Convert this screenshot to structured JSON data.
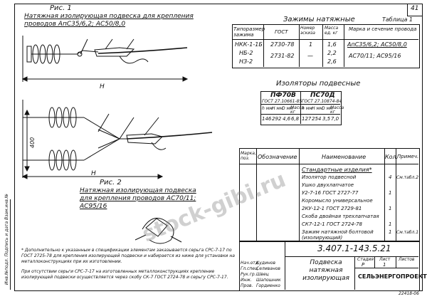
{
  "page_number": "41",
  "fig1": {
    "title": "Рис. 1",
    "caption": "Натяжная изолирующая подвеска для крепления проводов АпС35/6,2; АС50/8,0",
    "dim_h": "H"
  },
  "fig2": {
    "title": "Рис. 2",
    "caption": "Натяжная изолирующая подвеска для крепления проводов АС70/11; АС95/16",
    "dim_400": "400",
    "dim_h": "H"
  },
  "clamps_table": {
    "heading": "Зажимы натяжные",
    "label": "Таблица 1",
    "headers": [
      "Типоразмер зажима",
      "ГОСТ",
      "Номер эскиза",
      "Масса ед. кг",
      "Марка и сечение провода"
    ],
    "rows": [
      [
        "НКК-1-1Б",
        "2730-78",
        "1",
        "1,6",
        "АпС35/6,2; АС50/8,0"
      ],
      [
        "НБ-2",
        "2731-82",
        "—",
        "2,2",
        "АС70/11; АС95/16"
      ],
      [
        "НЗ-2",
        "",
        "",
        "2,6",
        ""
      ]
    ]
  },
  "insulators_table": {
    "heading": "Изоляторы подвесные",
    "types": [
      {
        "name": "ПФ70В",
        "gost": "ГОСТ 27.10661-85"
      },
      {
        "name": "ПС70Д",
        "gost": "ГОСТ 27.10874-84"
      }
    ],
    "sub_headers": [
      "h мм",
      "H мм",
      "D мм",
      "Масса кг"
    ],
    "values": [
      [
        "146",
        "292",
        "4,6"
      ],
      [
        "127",
        "254",
        "3,5"
      ]
    ],
    "extra": [
      "6,8",
      "7,0"
    ]
  },
  "spec_table": {
    "headers": [
      "Марка, поз.",
      "Обозначение",
      "Наименование",
      "Кол.",
      "Примеч."
    ],
    "rows": [
      {
        "pos": "",
        "name": "Стандартные изделия*",
        "qty": "",
        "note": ""
      },
      {
        "pos": "",
        "name": "Изолятор подвесной",
        "qty": "4",
        "note": "См.табл.2"
      },
      {
        "pos": "",
        "name": "Ушко двухлапчатое",
        "qty": "",
        "note": ""
      },
      {
        "pos": "",
        "name": "У2-7-16 ГОСТ 2727-77",
        "qty": "1",
        "note": ""
      },
      {
        "pos": "",
        "name": "Коромысло универсальное",
        "qty": "",
        "note": ""
      },
      {
        "pos": "",
        "name": "2КУ-12-1 ГОСТ 2729-81",
        "qty": "1",
        "note": ""
      },
      {
        "pos": "",
        "name": "Скоба двойная трехлапчатая",
        "qty": "",
        "note": ""
      },
      {
        "pos": "",
        "name": "СК7-12-1 ГОСТ 2724-78",
        "qty": "1",
        "note": ""
      },
      {
        "pos": "",
        "name": "Зажим натяжной болтовой",
        "qty": "1",
        "note": "См.табл.1"
      },
      {
        "pos": "",
        "name": "(изолирующий)",
        "qty": "",
        "note": ""
      }
    ]
  },
  "notes": [
    "* Дополнительно к указанным в спецификации элементам заказывается серьга СРС-7-17 по ГОСТ 2725-78 для крепления изолирующей подвески и набирается из ниже для установки на металлоконструкциях при их изготовлении.",
    "При отсутствии серьги СРС-7-17 на изготовленных металлоконструкциях крепление изолирующей подвески осуществляется через скобу СК-7 ГОСТ 2724-78 и серьгу СРС-7-17."
  ],
  "title_block": {
    "doc_number": "3.407.1-143.5.21",
    "title": "Подвеска натяжная изолирующая",
    "organization": "СЕЛЬЭНЕРГОПРОЕКТ",
    "stage_headers": [
      "Стадия",
      "Лист",
      "Листов"
    ],
    "stage_values": [
      "Р",
      "1",
      ""
    ],
    "signatures": [
      {
        "role": "Нач.отд.",
        "name": "Кудинов"
      },
      {
        "role": "Гл.спец.",
        "name": "Селиванов"
      },
      {
        "role": "Рук.гр.",
        "name": "Швец"
      },
      {
        "role": "Инж.",
        "name": "Шапошник"
      },
      {
        "role": "Пров.",
        "name": "Гордиенко"
      }
    ]
  },
  "side_stamp": "Инв.№подл. Подпись и дата Взам.инв.№",
  "watermark": "stock-gibi.ru",
  "corner_code": "22418-06"
}
